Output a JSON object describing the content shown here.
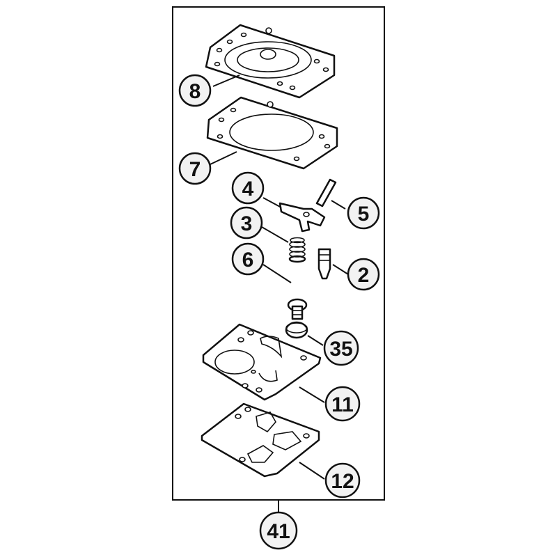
{
  "diagram": {
    "kit_label": "41",
    "callouts": [
      {
        "id": "8",
        "label": "8",
        "part": "pump diaphragm"
      },
      {
        "id": "7",
        "label": "7",
        "part": "gasket"
      },
      {
        "id": "4",
        "label": "4",
        "part": "inlet control lever"
      },
      {
        "id": "5",
        "label": "5",
        "part": "lever pin"
      },
      {
        "id": "3",
        "label": "3",
        "part": "spring"
      },
      {
        "id": "6",
        "label": "6",
        "part": "screw"
      },
      {
        "id": "2",
        "label": "2",
        "part": "inlet needle"
      },
      {
        "id": "35",
        "label": "35",
        "part": "plug"
      },
      {
        "id": "11",
        "label": "11",
        "part": "metering gasket"
      },
      {
        "id": "12",
        "label": "12",
        "part": "pump gasket"
      }
    ]
  },
  "colors": {
    "line": "#111111",
    "bubble_fill": "#f2f2f2",
    "background": "#ffffff"
  }
}
